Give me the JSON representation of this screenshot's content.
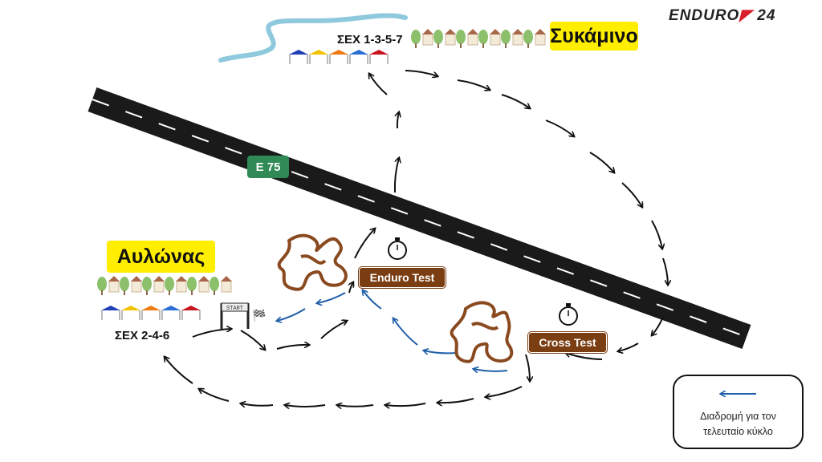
{
  "logo": {
    "text": "ENDURO",
    "number": "24"
  },
  "villages": {
    "north": {
      "name": "Συκάμινο",
      "service": "ΣΕΧ 1-3-5-7"
    },
    "south": {
      "name": "Αυλώνας",
      "service": "ΣΕΧ 2-4-6"
    }
  },
  "road": {
    "label": "E 75"
  },
  "start_sign": "START",
  "special_tests": [
    {
      "label": "Enduro Test"
    },
    {
      "label": "Cross Test"
    }
  ],
  "legend": {
    "line1": "Διαδρομή για τον",
    "line2": "τελευταίο κύκλο"
  },
  "colors": {
    "highlight": "#ffee00",
    "test_box": "#7a3e12",
    "road_sign": "#2f8a56",
    "last_lap_arrow": "#1f5fa8",
    "route_arrow": "#111111",
    "tents": [
      "#1d3fb8",
      "#f2c200",
      "#f07a12",
      "#2a6fd6",
      "#c8141c"
    ]
  }
}
